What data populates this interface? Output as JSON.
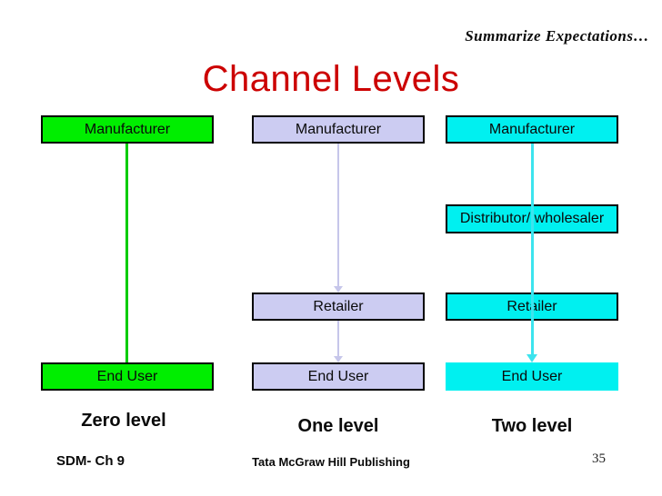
{
  "slide": {
    "header_note": "Summarize Expectations…",
    "title": "Channel Levels"
  },
  "columns": [
    {
      "label": "Zero level",
      "boxes": [
        "Manufacturer",
        "End User"
      ]
    },
    {
      "label": "One level",
      "boxes": [
        "Manufacturer",
        "Retailer",
        "End User"
      ]
    },
    {
      "label": "Two level",
      "boxes": [
        "Manufacturer",
        "Distributor/ wholesaler",
        "Retailer",
        "End User"
      ]
    }
  ],
  "footer": {
    "course": "SDM- Ch 9",
    "publisher": "Tata McGraw Hill Publishing",
    "page_number": "35"
  },
  "colors": {
    "title": "#cc0000",
    "zero_level_fill": "#00ee00",
    "zero_level_line": "#00cc00",
    "one_level_fill": "#ccccf2",
    "one_level_line": "#c6c6ea",
    "two_level_fill": "#00f0f0",
    "two_level_line": "#3ce4ee",
    "box_border": "#000000",
    "label_text": "#0a0a0a"
  }
}
